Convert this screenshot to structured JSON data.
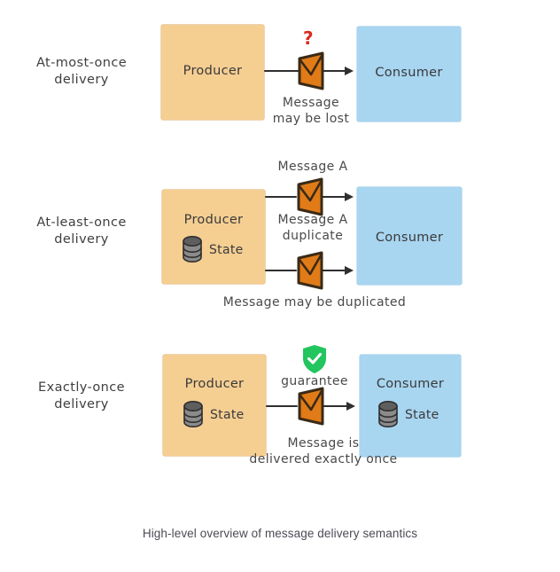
{
  "figure": {
    "caption": "High-level overview of message delivery semantics",
    "colors": {
      "producer_box": "#F5CE92",
      "consumer_box": "#A8D5F0",
      "envelope": "#E07B18",
      "envelope_outline": "#3a2a16",
      "arrow": "#2f2f2f",
      "shield_green": "#22C55E",
      "question_red": "#d92b20",
      "database_gray": "#5a5a5a",
      "text": "#3f3f3f",
      "caption_text": "#4b4b55",
      "background": "#ffffff"
    }
  },
  "rows": [
    {
      "id": "at-most-once",
      "label": "At-most-once\ndelivery",
      "producer": {
        "title": "Producer",
        "has_state": false,
        "state_label": ""
      },
      "consumer": {
        "title": "Consumer",
        "has_state": false,
        "state_label": ""
      },
      "marker": {
        "type": "question-mark",
        "glyph": "?"
      },
      "messages": [
        {
          "label": ""
        }
      ],
      "annotation": "Message\nmay be lost"
    },
    {
      "id": "at-least-once",
      "label": "At-least-once\ndelivery",
      "producer": {
        "title": "Producer",
        "has_state": true,
        "state_label": "State"
      },
      "consumer": {
        "title": "Consumer",
        "has_state": false,
        "state_label": ""
      },
      "marker": {
        "type": "none",
        "glyph": ""
      },
      "messages": [
        {
          "label": "Message A"
        },
        {
          "label": "Message A\nduplicate"
        }
      ],
      "annotation": "Message may be duplicated"
    },
    {
      "id": "exactly-once",
      "label": "Exactly-once\ndelivery",
      "producer": {
        "title": "Producer",
        "has_state": true,
        "state_label": "State"
      },
      "consumer": {
        "title": "Consumer",
        "has_state": true,
        "state_label": "State"
      },
      "marker": {
        "type": "shield-check",
        "glyph": "✔"
      },
      "messages": [
        {
          "label": "guarantee"
        }
      ],
      "annotation": "Message is\ndelivered exactly once"
    }
  ]
}
